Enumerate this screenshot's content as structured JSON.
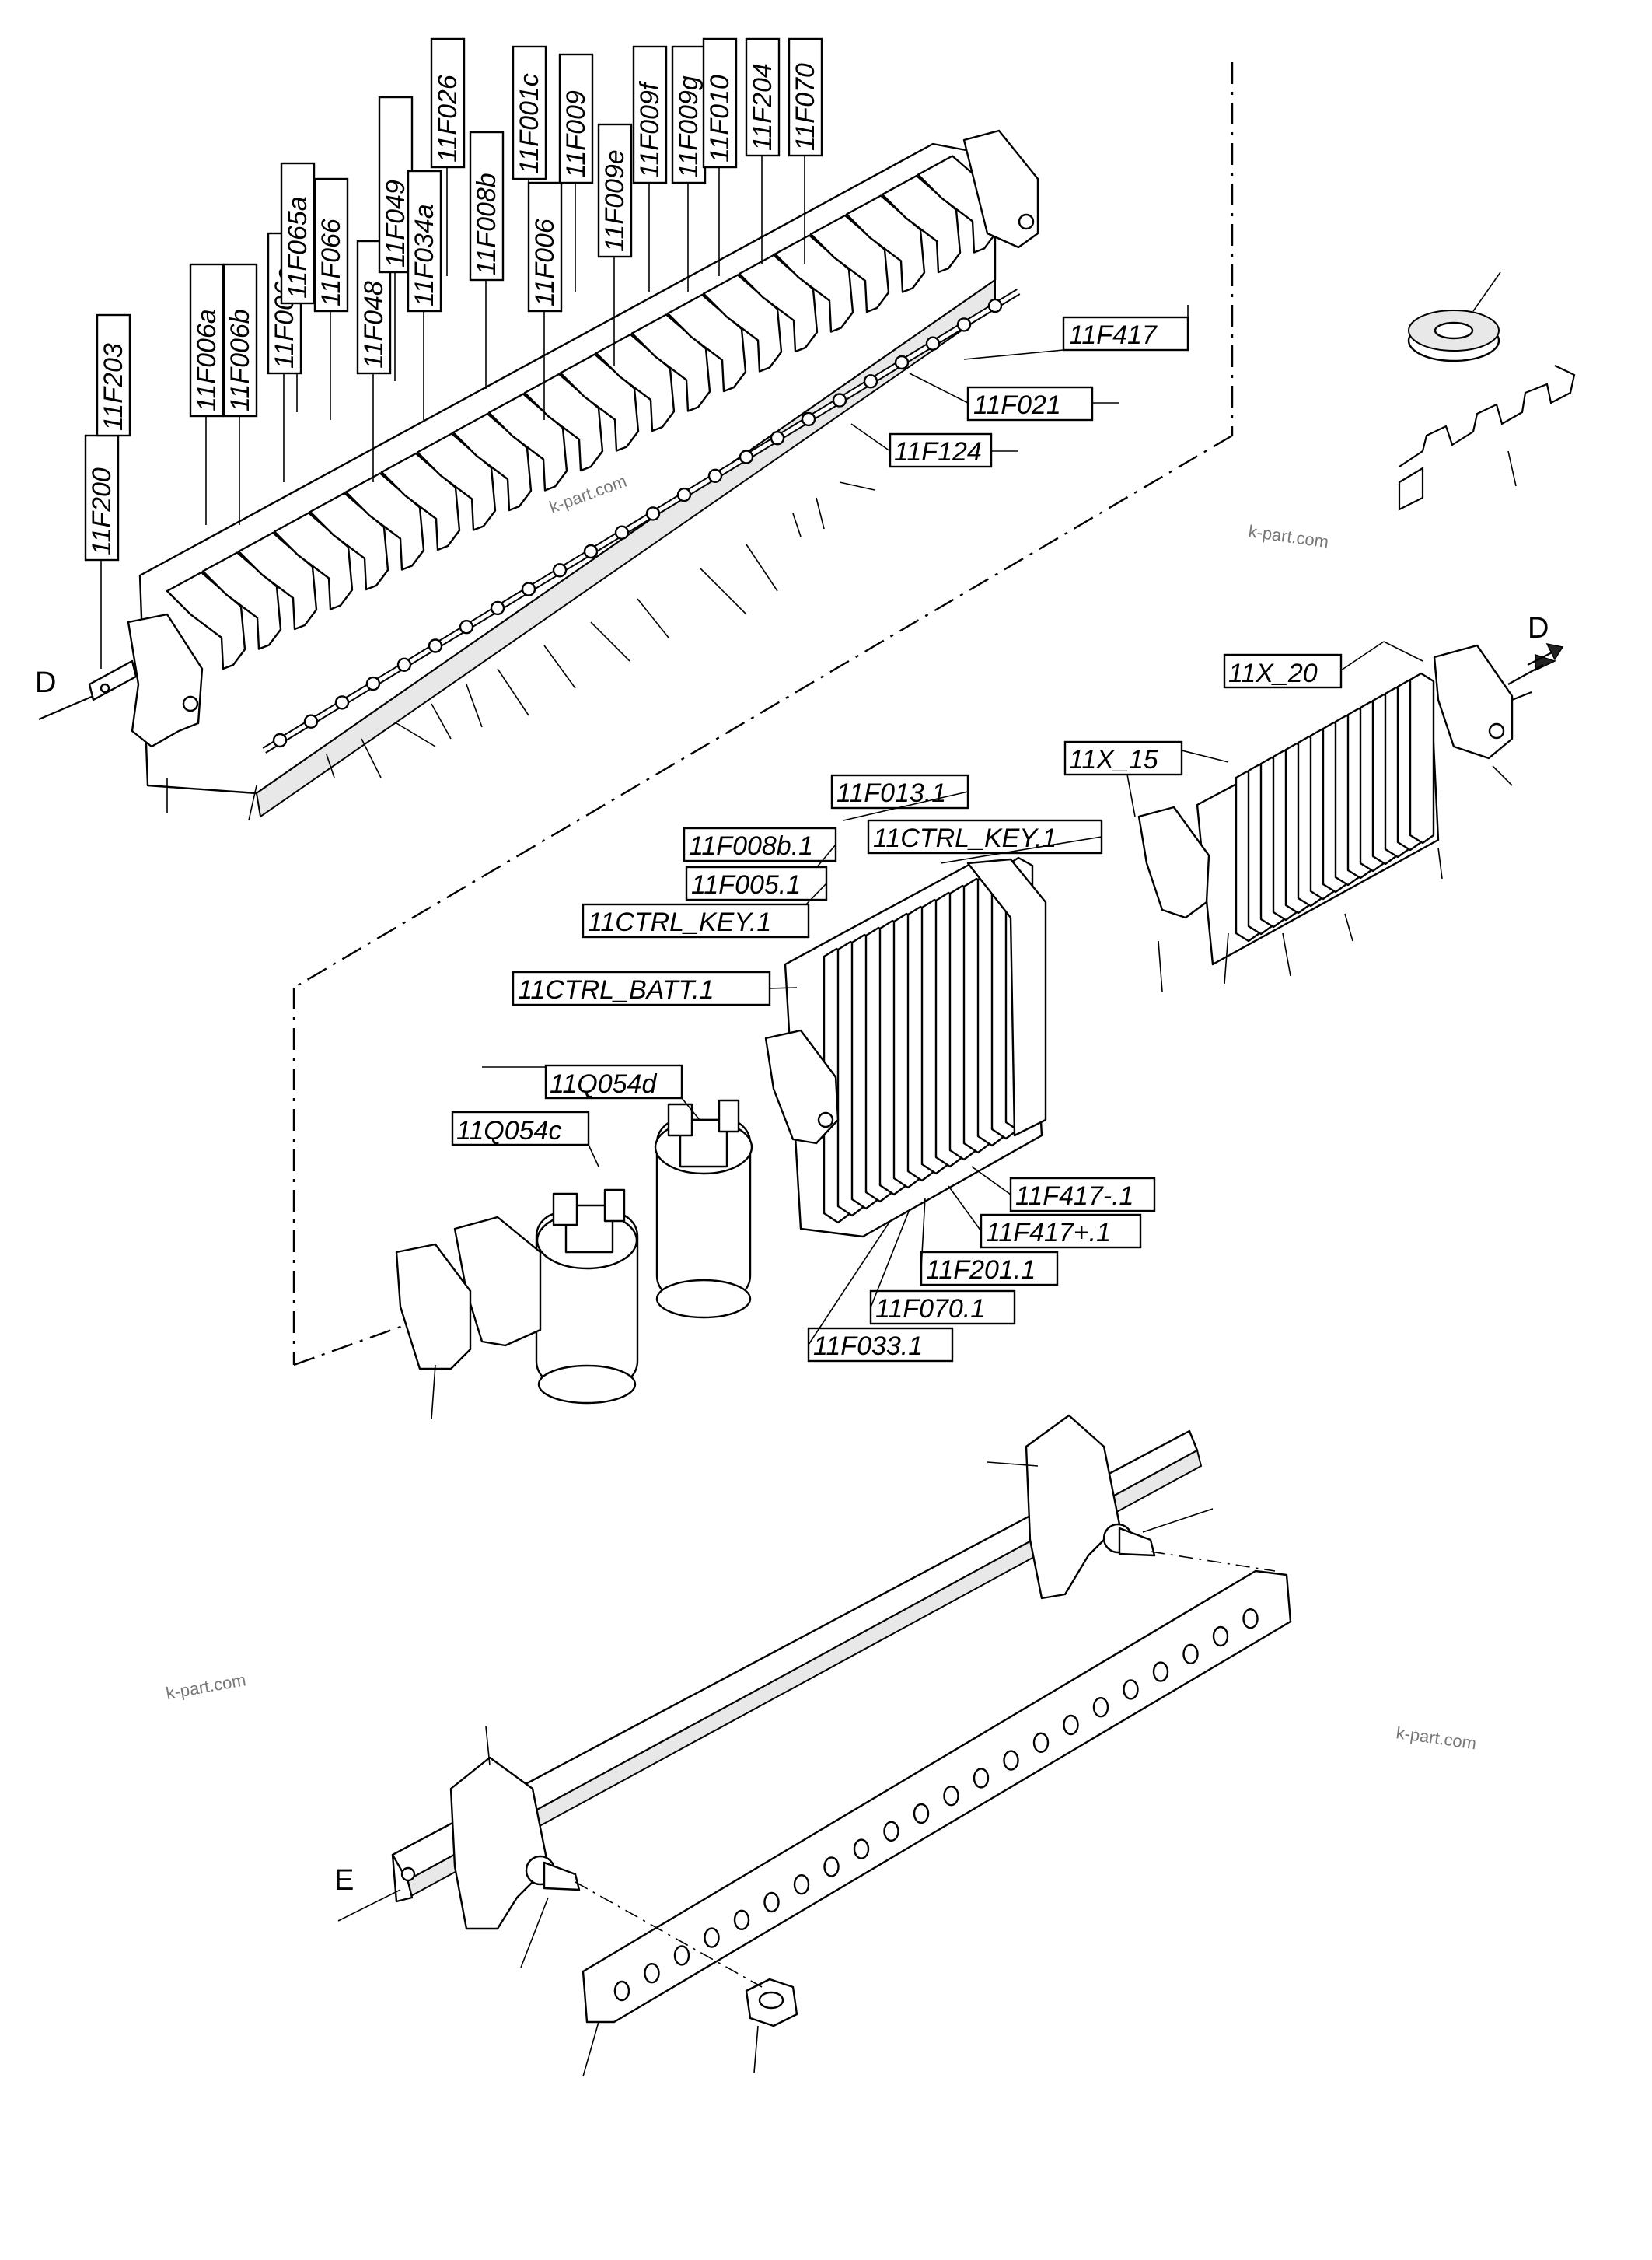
{
  "drawing": {
    "view_markers": {
      "view_d_left": "D",
      "view_d_right": "D",
      "view_e": "E"
    },
    "watermarks": [
      "k-part.com",
      "k-part.com",
      "k-part.com",
      "k-part.com"
    ],
    "fuse_block_vertical_labels": [
      "11F200",
      "11F203",
      "11F006a",
      "11F006b",
      "11F006c",
      "11F065a",
      "11F066",
      "11F048",
      "11F049",
      "11F034a",
      "11F026",
      "11F008b",
      "11F001c",
      "11F006",
      "11F009",
      "11F009e",
      "11F009f",
      "11F009g",
      "11F010",
      "11F204",
      "11F070"
    ],
    "fuse_block_side_labels": [
      "11F417",
      "11F021",
      "11F124"
    ],
    "terminal_group_labels": [
      "11X_20",
      "11X_15"
    ],
    "module_labels_top": [
      "11F013.1",
      "11CTRL_KEY.1",
      "11F008b.1",
      "11F005.1",
      "11CTRL_KEY.1",
      "11CTRL_BATT.1"
    ],
    "module_labels_bottom": [
      "11F417-.1",
      "11F417+.1",
      "11F201.1",
      "11F070.1",
      "11F033.1"
    ],
    "relay_labels": [
      "11Q054d",
      "11Q054c"
    ]
  }
}
